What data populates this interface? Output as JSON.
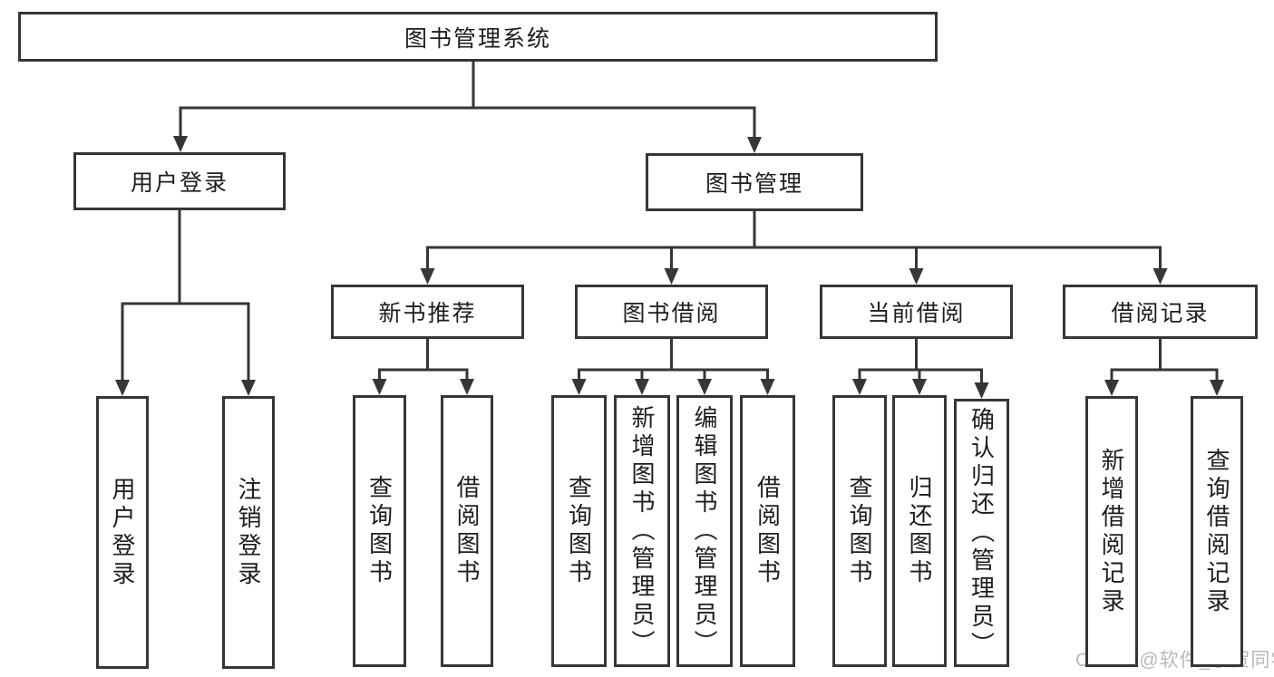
{
  "diagram": {
    "root": {
      "label": "图书管理系统"
    },
    "branches": [
      {
        "label": "用户登录",
        "children": [
          {
            "label": "用户登录"
          },
          {
            "label": "注销登录"
          }
        ]
      },
      {
        "label": "图书管理",
        "children": [
          {
            "label": "新书推荐",
            "children": [
              {
                "label": "查询图书"
              },
              {
                "label": "借阅图书"
              }
            ]
          },
          {
            "label": "图书借阅",
            "children": [
              {
                "label": "查询图书"
              },
              {
                "label": "新增图书（管理员）"
              },
              {
                "label": "编辑图书（管理员）"
              },
              {
                "label": "借阅图书"
              }
            ]
          },
          {
            "label": "当前借阅",
            "children": [
              {
                "label": "查询图书"
              },
              {
                "label": "归还图书"
              },
              {
                "label": "确认归还（管理员）"
              }
            ]
          },
          {
            "label": "借阅记录",
            "children": [
              {
                "label": "新增借阅记录"
              },
              {
                "label": "查询借阅记录"
              }
            ]
          }
        ]
      }
    ]
  },
  "watermark": {
    "text": "CSDN @软件_小贺同学"
  },
  "colors": {
    "line": "#363636",
    "text": "#1d1d1d",
    "watermark": "#b8b8b8",
    "background": "#ffffff"
  }
}
